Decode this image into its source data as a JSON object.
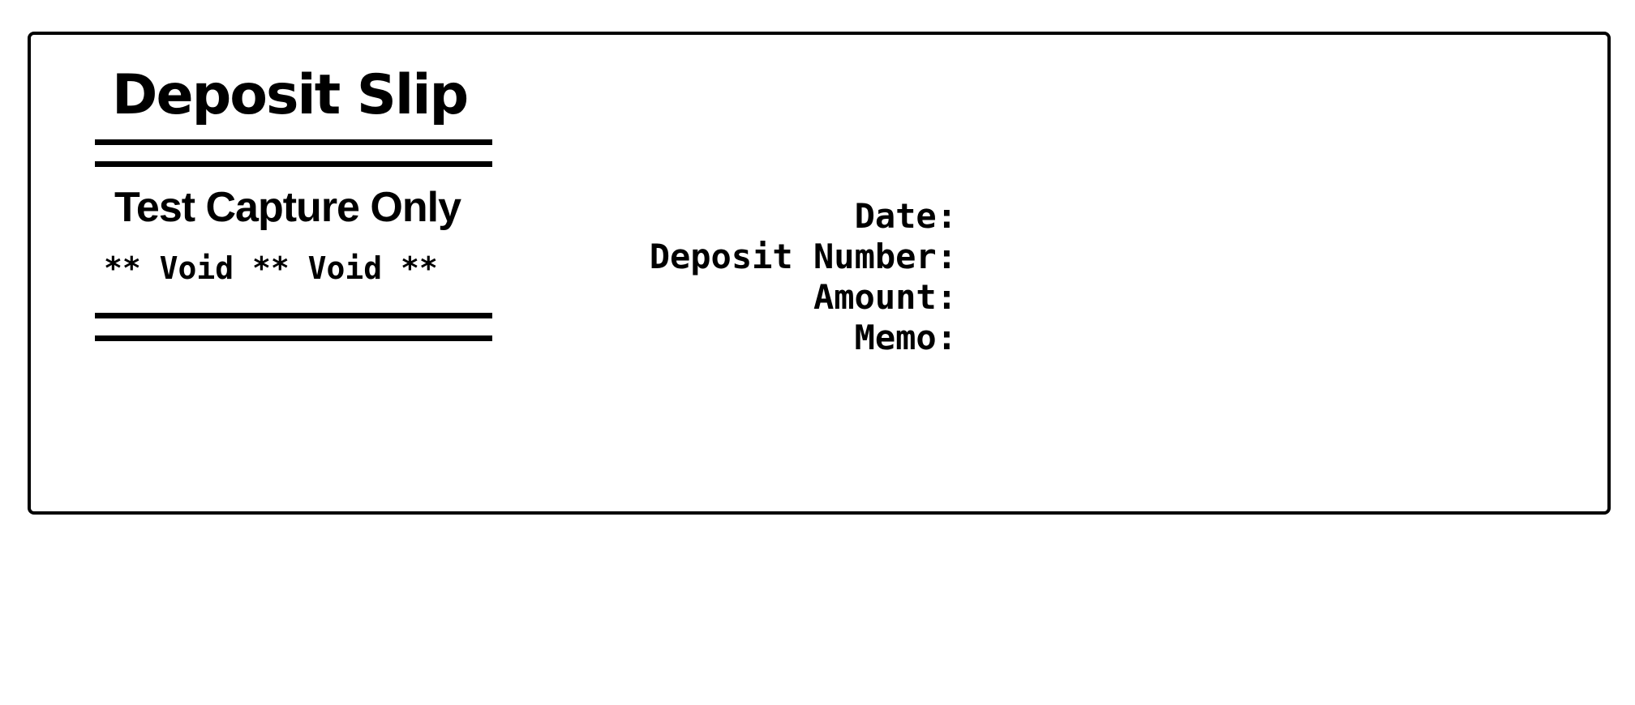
{
  "slip": {
    "title": "Deposit Slip",
    "notice": "Test Capture Only",
    "void_text": "** Void ** Void **",
    "fields": [
      {
        "label": "Date:"
      },
      {
        "label": "Deposit Number:"
      },
      {
        "label": "Amount:"
      },
      {
        "label": "Memo:"
      }
    ]
  }
}
